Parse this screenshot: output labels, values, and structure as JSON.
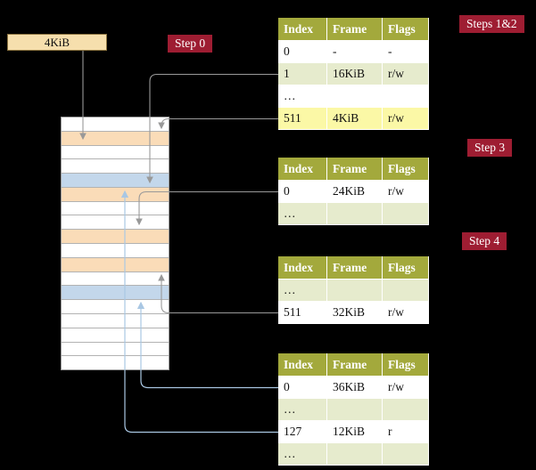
{
  "colors": {
    "background": "#000000",
    "badge_red": "#9e1d32",
    "table_header_green": "#a3a93c",
    "row_green": "#e6ebcd",
    "row_yellow": "#fbf8a6",
    "mem_peach": "#fadcb8",
    "mem_blue": "#c3d7eb",
    "box_tan": "#f6dfad",
    "arrow_gray": "#999999",
    "arrow_blue": "#a9c7e3"
  },
  "labels": {
    "frame_box": "4KiB",
    "step0": "Step 0",
    "steps12": "Steps 1&2",
    "step3": "Step 3",
    "step4": "Step 4"
  },
  "tables": [
    {
      "id": "level4",
      "headers": [
        "Index",
        "Frame",
        "Flags"
      ],
      "rows": [
        {
          "index": "0",
          "frame": "-",
          "flags": "-",
          "tone": "white"
        },
        {
          "index": "1",
          "frame": "16KiB",
          "flags": "r/w",
          "tone": "green"
        },
        {
          "index": "…",
          "frame": "",
          "flags": "",
          "tone": "white"
        },
        {
          "index": "511",
          "frame": "4KiB",
          "flags": "r/w",
          "tone": "yellow"
        }
      ]
    },
    {
      "id": "level3",
      "headers": [
        "Index",
        "Frame",
        "Flags"
      ],
      "rows": [
        {
          "index": "0",
          "frame": "24KiB",
          "flags": "r/w",
          "tone": "white"
        },
        {
          "index": "…",
          "frame": "",
          "flags": "",
          "tone": "green"
        }
      ]
    },
    {
      "id": "level2",
      "headers": [
        "Index",
        "Frame",
        "Flags"
      ],
      "rows": [
        {
          "index": "…",
          "frame": "",
          "flags": "",
          "tone": "green"
        },
        {
          "index": "511",
          "frame": "32KiB",
          "flags": "r/w",
          "tone": "white"
        }
      ]
    },
    {
      "id": "level1",
      "headers": [
        "Index",
        "Frame",
        "Flags"
      ],
      "rows": [
        {
          "index": "0",
          "frame": "36KiB",
          "flags": "r/w",
          "tone": "white"
        },
        {
          "index": "…",
          "frame": "",
          "flags": "",
          "tone": "green"
        },
        {
          "index": "127",
          "frame": "12KiB",
          "flags": "r",
          "tone": "white"
        },
        {
          "index": "…",
          "frame": "",
          "flags": "",
          "tone": "green"
        }
      ]
    }
  ],
  "memory_strip": {
    "cells": [
      "white",
      "peach",
      "white",
      "white",
      "blue",
      "peach",
      "white",
      "white",
      "peach",
      "white",
      "peach",
      "white",
      "blue",
      "white",
      "white",
      "white",
      "white",
      "white"
    ]
  }
}
